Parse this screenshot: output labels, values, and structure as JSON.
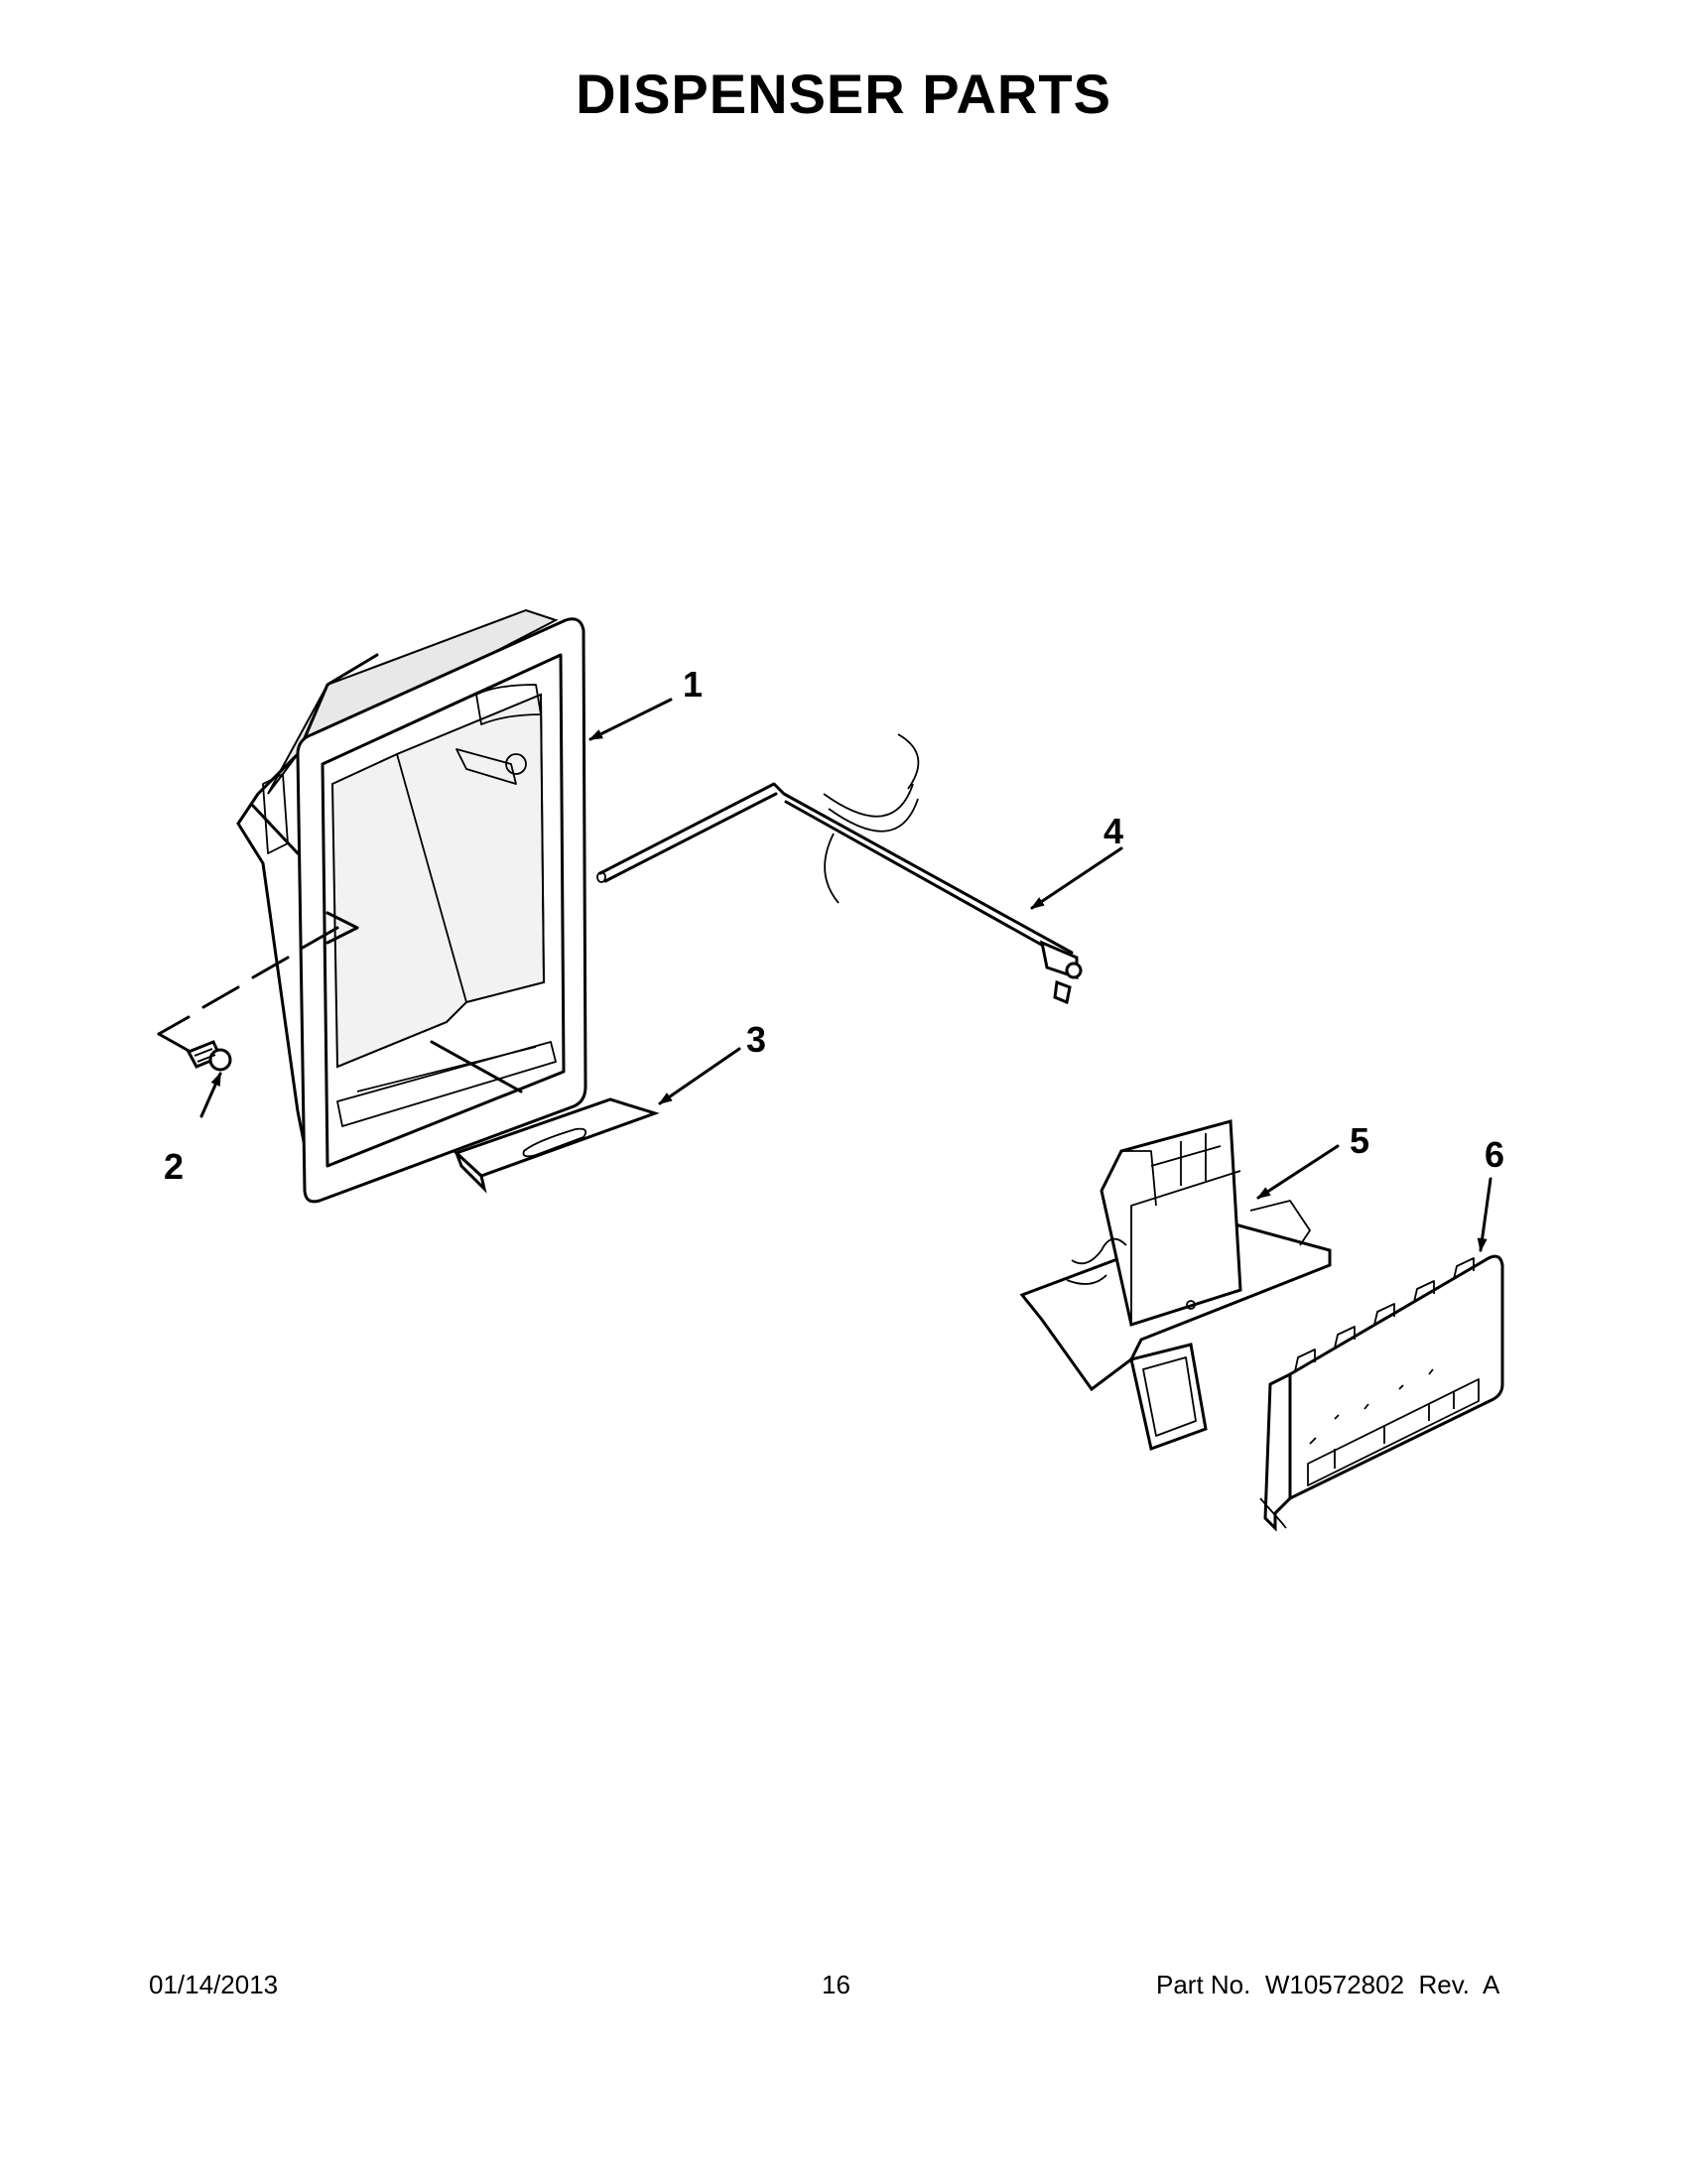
{
  "title": "DISPENSER PARTS",
  "callouts": [
    {
      "id": "1",
      "label": "1"
    },
    {
      "id": "2",
      "label": "2"
    },
    {
      "id": "3",
      "label": "3"
    },
    {
      "id": "4",
      "label": "4"
    },
    {
      "id": "5",
      "label": "5"
    },
    {
      "id": "6",
      "label": "6"
    }
  ],
  "footer": {
    "date": "01/14/2013",
    "page_number": "16",
    "part_no": "Part No.  W10572802  Rev.  A"
  }
}
